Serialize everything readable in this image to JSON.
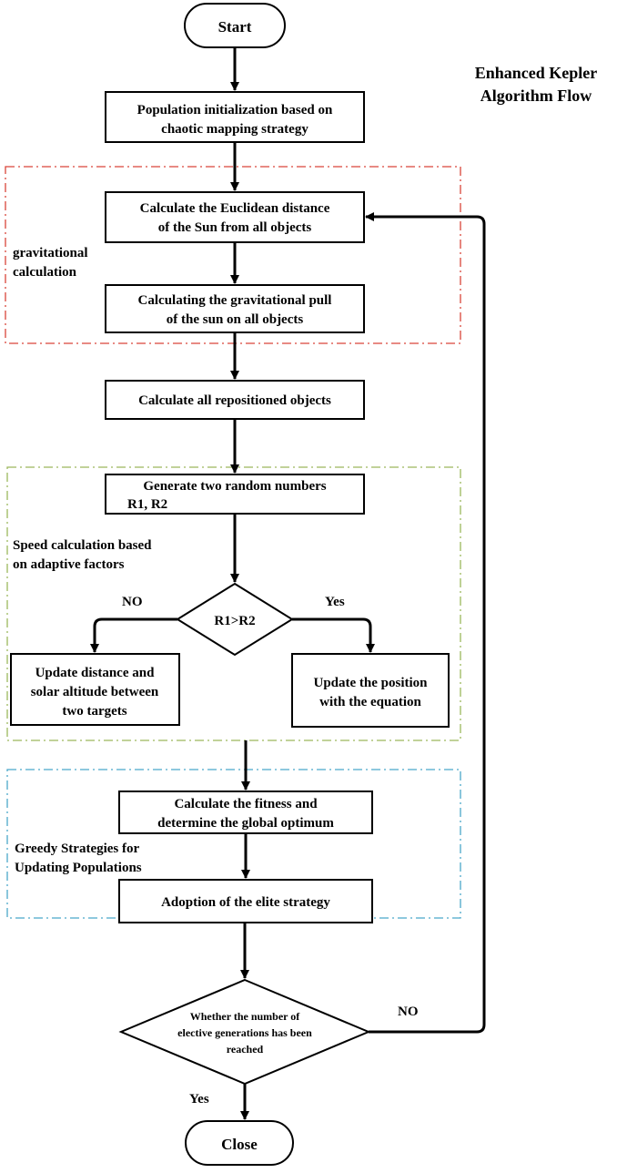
{
  "title": [
    "Enhanced Kepler",
    "Algorithm Flow"
  ],
  "nodes": {
    "start": "Start",
    "init": [
      "Population initialization based on",
      "chaotic mapping strategy"
    ],
    "euclid": [
      "Calculate the Euclidean distance",
      "of the Sun from all objects"
    ],
    "gravity": [
      "Calculating the gravitational pull",
      "of the sun on all objects"
    ],
    "reposition": "Calculate all repositioned objects",
    "random": [
      "Generate two random numbers",
      "R1, R2"
    ],
    "compare": "R1>R2",
    "update_distance": [
      "Update distance and",
      "solar altitude between",
      "two targets"
    ],
    "update_position": [
      "Update the position",
      "with the equation"
    ],
    "fitness": [
      "Calculate the fitness and",
      "determine the global optimum"
    ],
    "elite": "Adoption of the elite strategy",
    "termination": [
      "Whether the number of",
      "elective generations has been",
      "reached"
    ],
    "close": "Close"
  },
  "groups": {
    "gravitational": [
      "gravitational",
      "calculation"
    ],
    "speed": [
      "Speed calculation based",
      "on adaptive factors"
    ],
    "greedy": [
      "Greedy Strategies for",
      "Updating Populations"
    ]
  },
  "edge_labels": {
    "compare_no": "NO",
    "compare_yes": "Yes",
    "termination_no": "NO",
    "termination_yes": "Yes"
  },
  "colors": {
    "gravitational_border": "#d9453a",
    "speed_border": "#9cb85c",
    "greedy_border": "#4aa7c9"
  }
}
